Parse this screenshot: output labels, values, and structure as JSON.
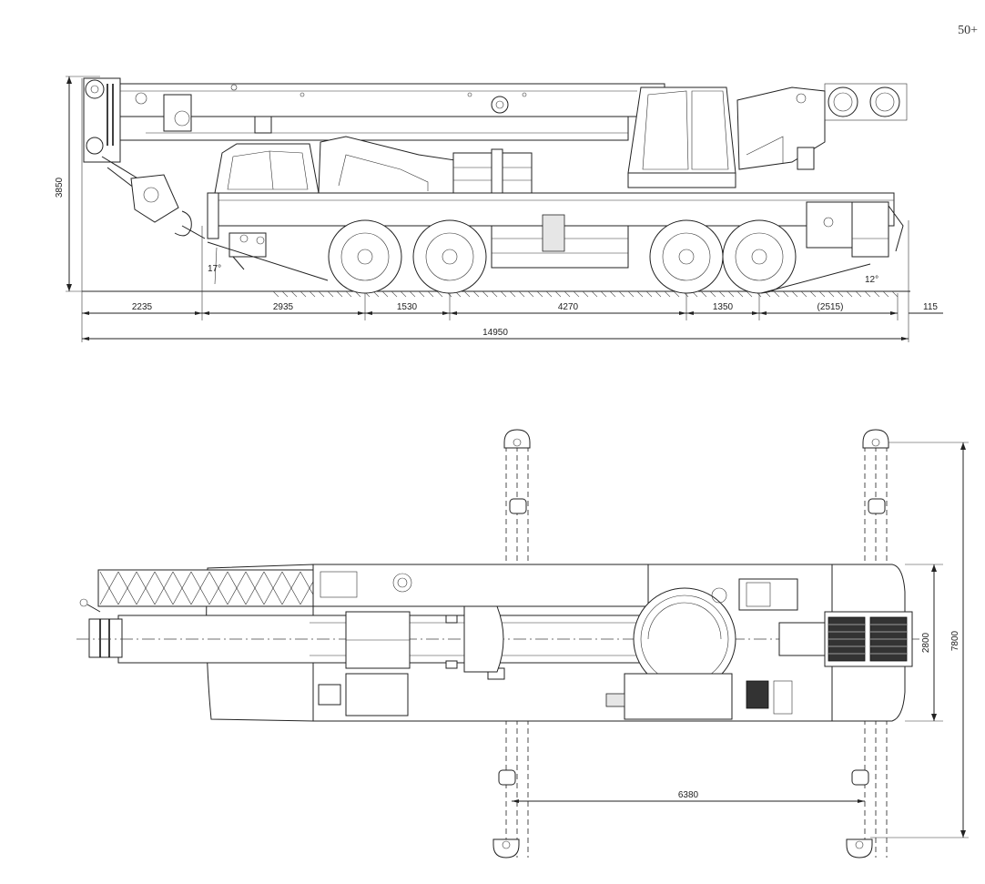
{
  "page_number": "50+",
  "side_view": {
    "height_dim": "3850",
    "angle_front": "17°",
    "angle_rear": "12°",
    "dims": [
      "2235",
      "2935",
      "1530",
      "4270",
      "1350",
      "(2515)",
      "115"
    ],
    "total_length": "14950"
  },
  "top_view": {
    "width_dim": "2800",
    "outrigger_span": "7800",
    "outrigger_base": "6380"
  }
}
